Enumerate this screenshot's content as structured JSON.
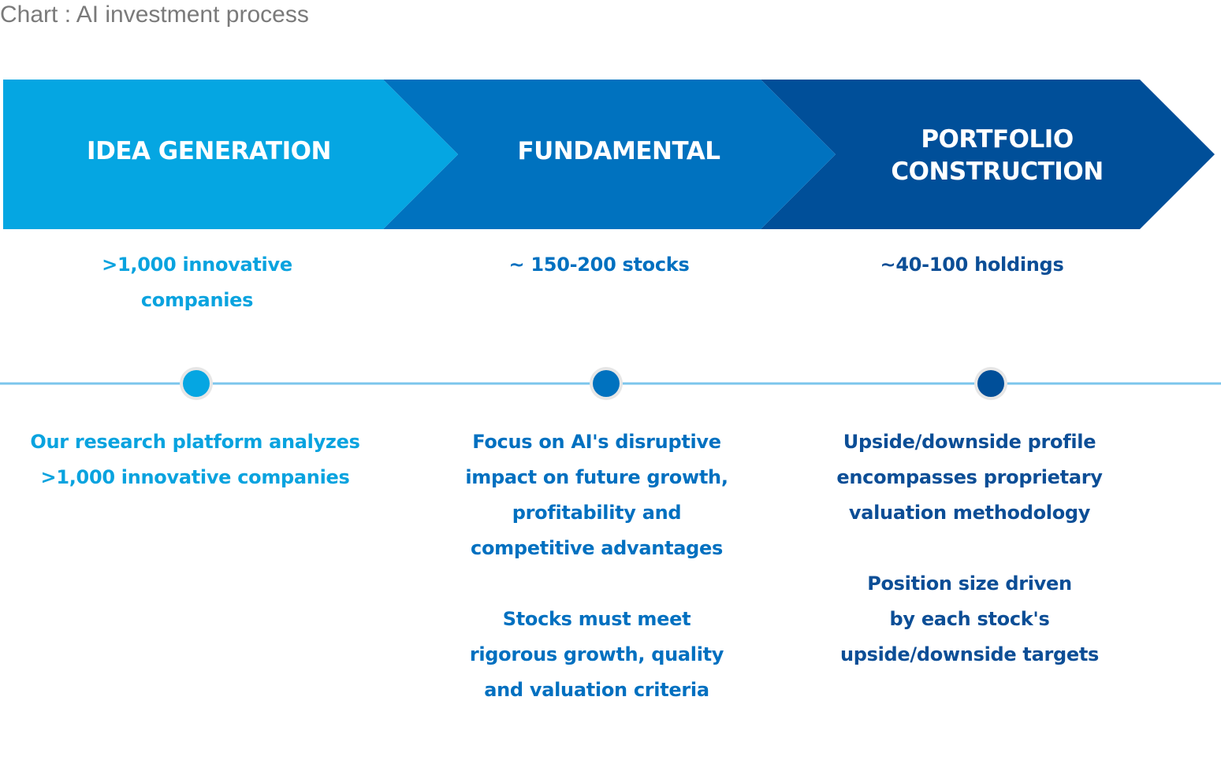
{
  "title": "Chart : AI investment process",
  "colors": {
    "stage1": "#05a6e2",
    "stage2": "#0072bf",
    "stage3": "#004f99",
    "timeline": "#7cc6ec",
    "text1": "#09a3df",
    "text2": "#0070c0",
    "text3": "#0c4e96"
  },
  "stages": [
    {
      "label_lines": [
        "IDEA GENERATION"
      ],
      "count_lines": [
        ">1,000 innovative",
        "companies"
      ],
      "description_blocks": [
        [
          "Our research platform analyzes",
          ">1,000 innovative companies"
        ]
      ]
    },
    {
      "label_lines": [
        "FUNDAMENTAL"
      ],
      "count_lines": [
        "~ 150-200 stocks"
      ],
      "description_blocks": [
        [
          "Focus on AI's disruptive",
          "impact on future growth,",
          "profitability and",
          "competitive advantages"
        ],
        [
          "Stocks must meet",
          "rigorous growth, quality",
          "and valuation criteria"
        ]
      ]
    },
    {
      "label_lines": [
        "PORTFOLIO",
        "CONSTRUCTION"
      ],
      "count_lines": [
        "~40-100 holdings"
      ],
      "description_blocks": [
        [
          "Upside/downside profile",
          "encompasses proprietary",
          "valuation methodology"
        ],
        [
          "Position size driven",
          "by each stock's",
          "upside/downside targets"
        ]
      ]
    }
  ]
}
